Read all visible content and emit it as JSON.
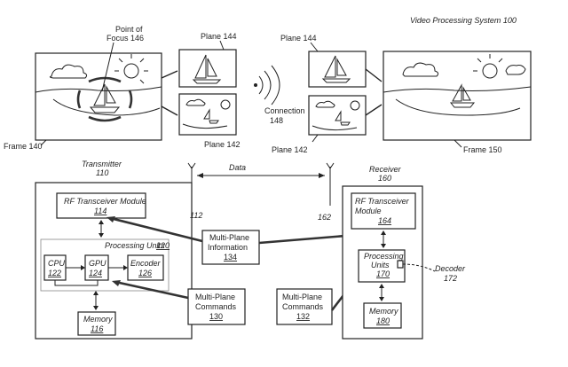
{
  "system_title": "Video Processing System 100",
  "frames": {
    "frame_140": "Frame 140",
    "frame_150": "Frame 150",
    "point_of_focus_line1": "Point of",
    "point_of_focus_line2": "Focus 146",
    "plane_144_left": "Plane 144",
    "plane_142_left": "Plane 142",
    "plane_144_right": "Plane 144",
    "plane_142_right": "Plane 142",
    "connection_line1": "Connection",
    "connection_line2": "148",
    "data_label": "Data"
  },
  "transmitter": {
    "title": "Transmitter",
    "number": "110",
    "antenna_label": "112",
    "rf_line1": "RF Transceiver Module",
    "rf_num": "114",
    "processing_units": "Processing Units",
    "processing_units_num": "120",
    "cpu": "CPU",
    "cpu_num": "122",
    "gpu": "GPU",
    "gpu_num": "124",
    "encoder": "Encoder",
    "encoder_num": "126",
    "memory": "Memory",
    "memory_num": "116"
  },
  "middle": {
    "mpi_line1": "Multi-Plane",
    "mpi_line2": "Information",
    "mpi_num": "134",
    "mpc130_line1": "Multi-Plane",
    "mpc130_line2": "Commands",
    "mpc130_num": "130",
    "mpc132_line1": "Multi-Plane",
    "mpc132_line2": "Commands",
    "mpc132_num": "132"
  },
  "receiver": {
    "title": "Receiver",
    "number": "160",
    "antenna_label": "162",
    "rf_line1": "RF Transceiver",
    "rf_line2": "Module",
    "rf_num": "164",
    "pu_line1": "Processing",
    "pu_line2": "Units",
    "pu_num": "170",
    "decoder_line1": "Decoder",
    "decoder_line2": "172",
    "memory": "Memory",
    "memory_num": "180"
  }
}
